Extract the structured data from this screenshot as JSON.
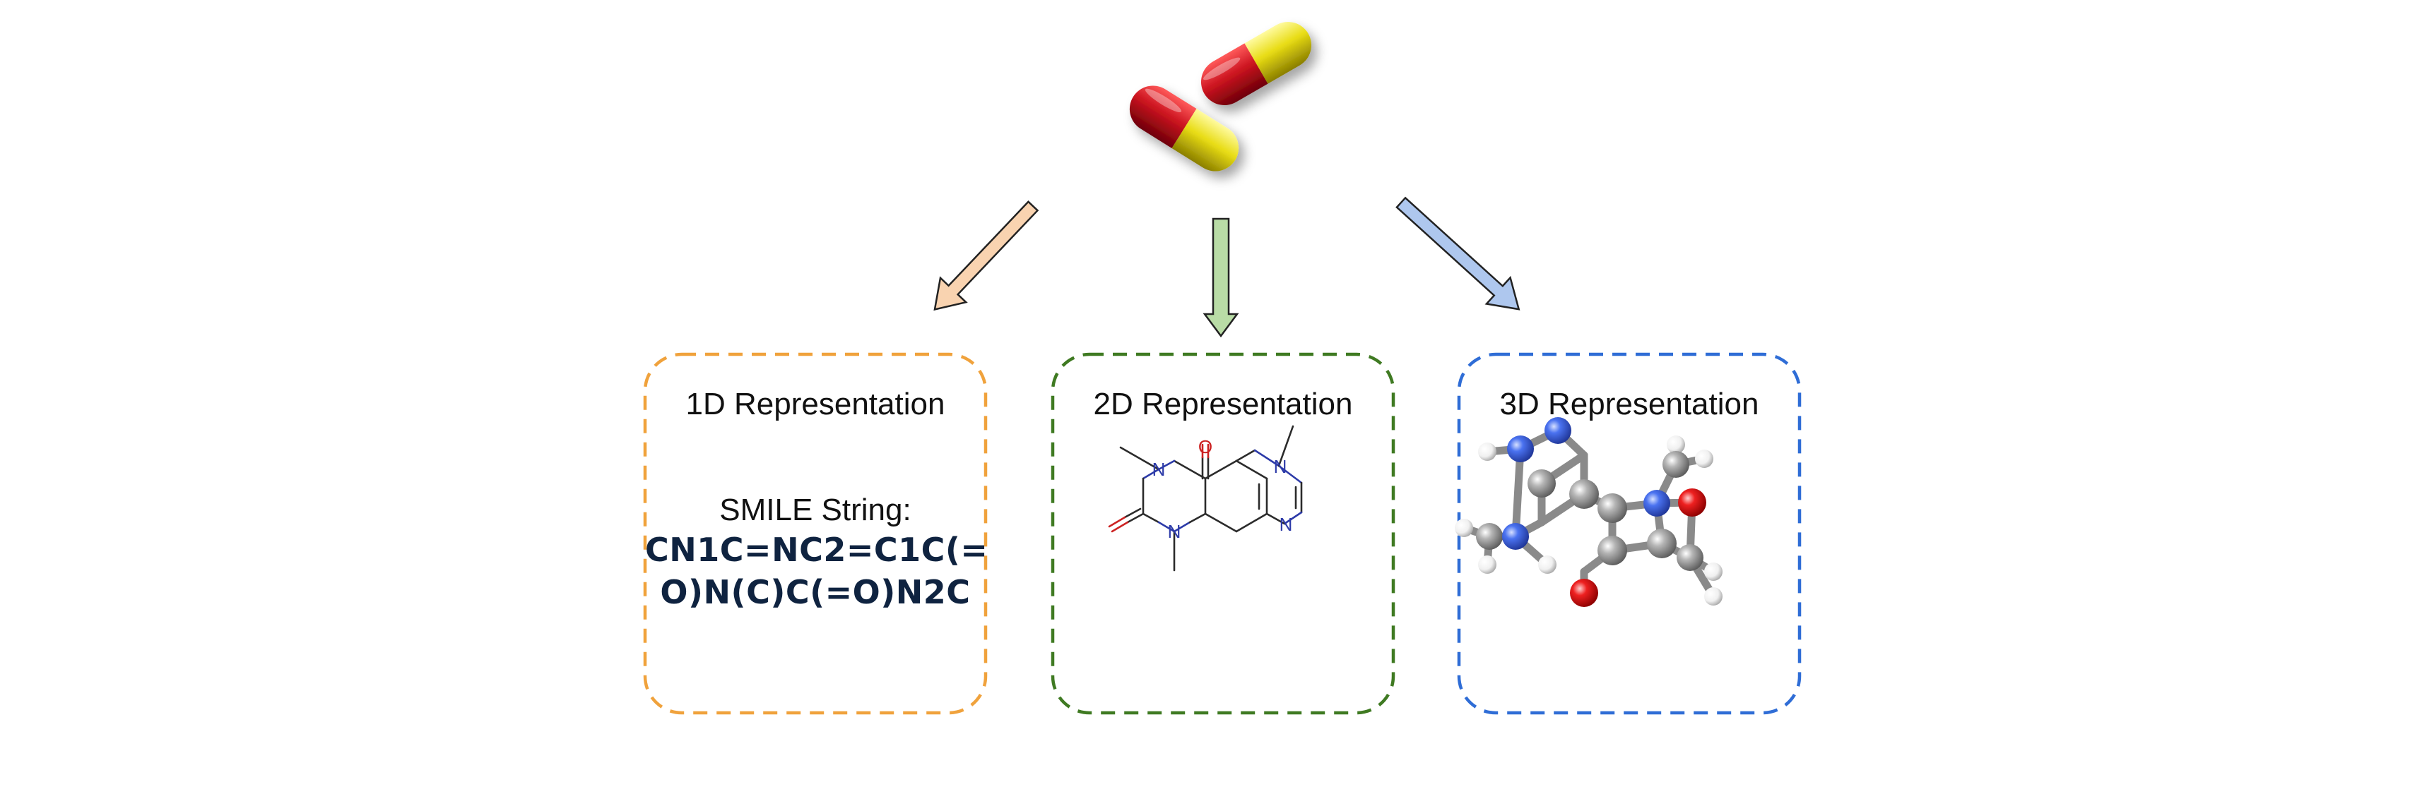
{
  "colors": {
    "orange": "#f0a23c",
    "green": "#3f7a22",
    "blue": "#2f6dd6",
    "arrow_orange_fill": "#f9d3b0",
    "arrow_green_fill": "#b9dca6",
    "arrow_blue_fill": "#aec7ee",
    "capsule_red": "#cc1420",
    "capsule_yellow": "#e8dc14",
    "atom_carbon": "#9a9a9a",
    "atom_nitrogen": "#3f66e8",
    "atom_oxygen": "#e31b1b",
    "atom_hydrogen": "#f2f2f2"
  },
  "icons": [
    "capsule-pill-icon",
    "caffeine-structural-formula",
    "caffeine-ball-and-stick-model"
  ],
  "boxes": {
    "one_d": {
      "title": "1D Representation",
      "caption": "SMILE String:",
      "smiles_line1": "CN1C=NC2=C1C(=",
      "smiles_line2": "O)N(C)C(=O)N2C"
    },
    "two_d": {
      "title": "2D Representation",
      "atoms": {
        "o": "O",
        "n": "N"
      }
    },
    "three_d": {
      "title": "3D Representation"
    }
  }
}
